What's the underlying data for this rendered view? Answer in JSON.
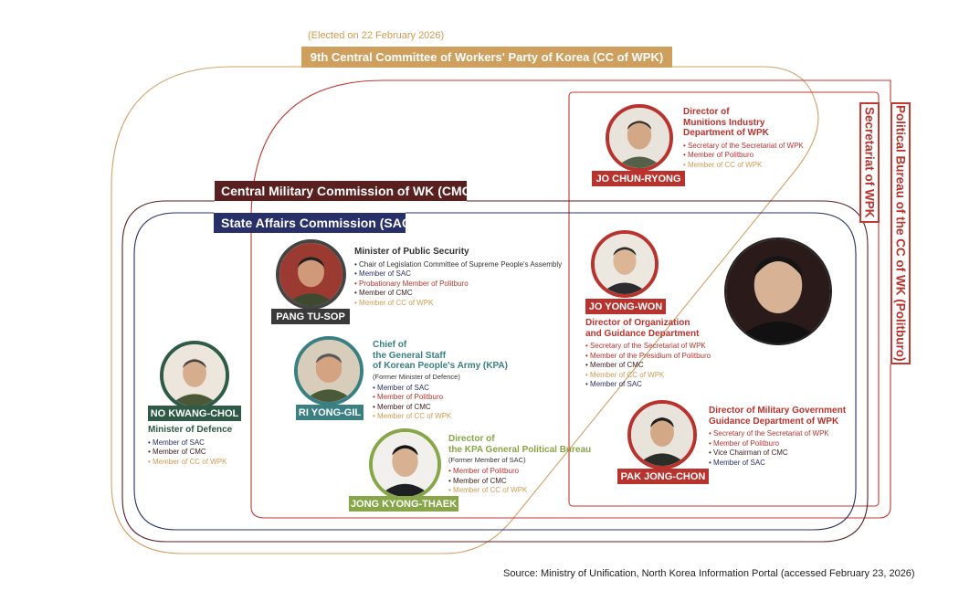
{
  "header": {
    "elected_note": "(Elected on 22 February 2026)",
    "cc_label": "9th Central Committee of Workers' Party of Korea (CC of WPK)",
    "cmc_label": "Central Military Commission of WK (CMC)",
    "sac_label": "State Affairs Commission (SAC)",
    "secretariat_label": "Secretariat of WPK",
    "politburo_label": "Political Bureau of the CC of WK (Politburo)"
  },
  "colors": {
    "cc": "#cf9a52",
    "secretariat": "#c23a32",
    "politburo": "#c23a32",
    "cmc": "#5a2020",
    "sac": "#28306a",
    "green": "#2e5a46",
    "teal": "#3a7f82",
    "olive": "#86a647"
  },
  "people": {
    "jo_chun_ryong": {
      "name": "JO CHUN-RYONG",
      "title_lines": [
        "Director of",
        "Munitions Industry",
        "Department of WPK"
      ],
      "roles": [
        {
          "text": "Secretary of the Secretariat of WPK",
          "kind": "sec"
        },
        {
          "text": "Member of Politburo",
          "kind": "pol"
        },
        {
          "text": "Member of CC of WPK",
          "kind": "cc"
        }
      ]
    },
    "pang_tu_sop": {
      "name": "PANG TU-SOP",
      "title_lines": [
        "Minister of Public Security"
      ],
      "roles": [
        {
          "text": "Chair of Legislation Committee of Supreme People's Assembly",
          "kind": "plain"
        },
        {
          "text": "Member of SAC",
          "kind": "sac"
        },
        {
          "text": "Probationary Member of Politburo",
          "kind": "pol"
        },
        {
          "text": "Member of CMC",
          "kind": "cmc"
        },
        {
          "text": "Member of CC of WPK",
          "kind": "cc"
        }
      ]
    },
    "jo_yong_won": {
      "name": "JO YONG-WON",
      "title_lines": [
        "Director of Organization",
        "and Guidance Department"
      ],
      "roles": [
        {
          "text": "Secretary of the Secretariat of WPK",
          "kind": "sec"
        },
        {
          "text": "Member of the Presidium of Politburo",
          "kind": "pol"
        },
        {
          "text": "Member of CMC",
          "kind": "cmc"
        },
        {
          "text": "Member of CC of WPK",
          "kind": "cc"
        },
        {
          "text": "Member of SAC",
          "kind": "sac"
        }
      ]
    },
    "no_kwang_chol": {
      "name": "NO KWANG-CHOL",
      "title_lines": [
        "Minister of Defence"
      ],
      "roles": [
        {
          "text": "Member of SAC",
          "kind": "sac"
        },
        {
          "text": "Member of CMC",
          "kind": "cmc"
        },
        {
          "text": "Member of CC of WPK",
          "kind": "cc"
        }
      ]
    },
    "ri_yong_gil": {
      "name": "RI YONG-GIL",
      "title_lines": [
        "Chief of",
        "the General Staff",
        "of Korean People's Army (KPA)"
      ],
      "note": "(Former Minister of Defence)",
      "roles": [
        {
          "text": "Member of SAC",
          "kind": "sac"
        },
        {
          "text": "Member of Politburo",
          "kind": "pol"
        },
        {
          "text": "Member of CMC",
          "kind": "cmc"
        },
        {
          "text": "Member of CC of WPK",
          "kind": "cc"
        }
      ]
    },
    "pak_jong_chon": {
      "name": "PAK JONG-CHON",
      "title_lines": [
        "Director of Military Government",
        "Guidance Department of WPK"
      ],
      "roles": [
        {
          "text": "Secretary of the Secretariat of WPK",
          "kind": "sec"
        },
        {
          "text": "Member of Politburo",
          "kind": "pol"
        },
        {
          "text": "Vice Chairman of CMC",
          "kind": "cmc"
        },
        {
          "text": "Member of SAC",
          "kind": "sac"
        }
      ]
    },
    "jong_kyong_thaek": {
      "name": "JONG KYONG-THAEK",
      "title_lines": [
        "Director of",
        "the KPA General Political Bureau"
      ],
      "note": "(Former Member of SAC)",
      "roles": [
        {
          "text": "Member of Politburo",
          "kind": "pol"
        },
        {
          "text": "Member of CMC",
          "kind": "cmc"
        },
        {
          "text": "Member of CC of WPK",
          "kind": "cc"
        }
      ]
    }
  },
  "source": "Source: Ministry of Unification, North Korea Information Portal (accessed February 23, 2026)"
}
